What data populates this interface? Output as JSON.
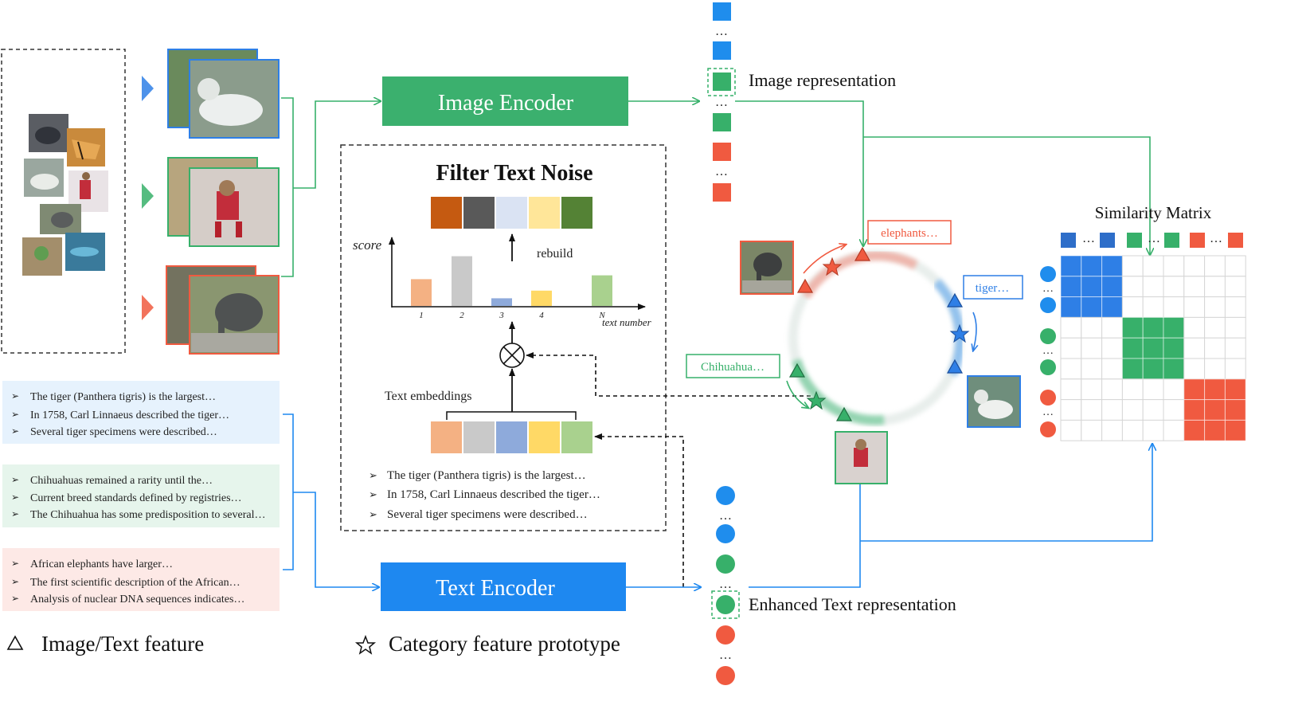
{
  "encoders": {
    "image": "Image Encoder",
    "text": "Text Encoder"
  },
  "filter": {
    "title": "Filter Text Noise",
    "score_label": "score",
    "rebuild_label": "rebuild",
    "x_axis_label": "text number",
    "ticks": [
      "1",
      "2",
      "3",
      "4",
      "N"
    ],
    "bar_values": [
      0.42,
      0.78,
      0.12,
      0.24,
      0.48
    ],
    "bar_colors": [
      "#f4b183",
      "#c9c9c9",
      "#8eaadb",
      "#ffd966",
      "#a9d18e"
    ],
    "rebuild_colors": [
      "#c55a11",
      "#595959",
      "#dae3f3",
      "#ffe699",
      "#548235"
    ],
    "embedding_colors": [
      "#f4b183",
      "#c9c9c9",
      "#8eaadb",
      "#ffd966",
      "#a9d18e"
    ],
    "embeddings_label": "Text embeddings",
    "bullets": [
      "The tiger (Panthera tigris) is the largest…",
      "In 1758, Carl Linnaeus described the tiger…",
      "Several tiger specimens were described…"
    ]
  },
  "text_groups": [
    {
      "bg": "#e6f2fd",
      "lines": [
        "The tiger (Panthera tigris) is the largest…",
        "In 1758, Carl Linnaeus described the tiger…",
        "Several tiger specimens were described…"
      ]
    },
    {
      "bg": "#e6f5ec",
      "lines": [
        "Chihuahuas remained a rarity until the…",
        "Current breed standards defined by registries…",
        "The Chihuahua has some predisposition to several…"
      ]
    },
    {
      "bg": "#fde9e6",
      "lines": [
        "African elephants have larger…",
        "The first scientific description of the African…",
        "Analysis of nuclear DNA sequences indicates…"
      ]
    }
  ],
  "representations": {
    "image": "Image representation",
    "text": "Enhanced Text representation"
  },
  "labels": {
    "elephants": "elephants…",
    "tiger": "tiger…",
    "chihuahua": "Chihuahua…"
  },
  "matrix": {
    "title": "Similarity Matrix",
    "size": 9,
    "groups": 3
  },
  "legend": {
    "feature": "Image/Text feature",
    "prototype": "Category feature prototype",
    "ellipsis": "…"
  },
  "colors": {
    "blue": "#2e7fe6",
    "green": "#37b06a",
    "red": "#f05a40",
    "image_encoder": "#3bb06e",
    "text_encoder": "#1e88f0"
  }
}
